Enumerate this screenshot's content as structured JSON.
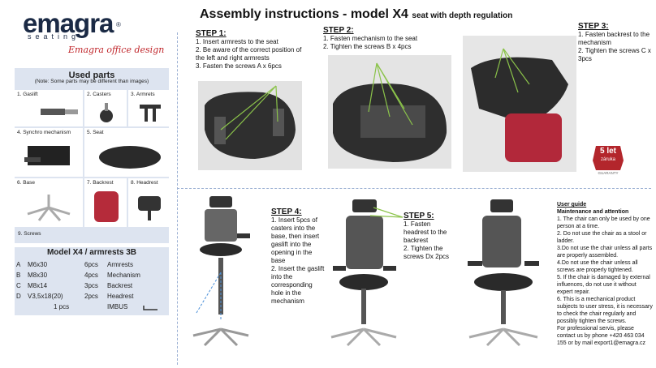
{
  "brand": {
    "name": "emagra",
    "reg": "®",
    "sub": "seating",
    "script": "Emagra office design"
  },
  "title": {
    "main": "Assembly instructions - model X4",
    "sub": "seat with depth regulation"
  },
  "used_parts": {
    "heading": "Used parts",
    "note": "(Note: Some parts may be different than images)",
    "parts": [
      {
        "label": "1. Gaslift"
      },
      {
        "label": "2. Casters"
      },
      {
        "label": "3. Armrets"
      },
      {
        "label": "4. Synchro mechanism"
      },
      {
        "label": "5. Seat"
      },
      {
        "label": "6. Base"
      },
      {
        "label": "7. Backrest"
      },
      {
        "label": "8. Headrest"
      },
      {
        "label": "9. Screws"
      }
    ]
  },
  "model_table": {
    "heading": "Model X4 / armrests 3B",
    "rows": [
      {
        "code": "A",
        "screw": "M6x30",
        "qty": "6pcs",
        "part": "Armrests"
      },
      {
        "code": "B",
        "screw": "M8x30",
        "qty": "4pcs",
        "part": "Mechanism"
      },
      {
        "code": "C",
        "screw": "M8x14",
        "qty": "3pcs",
        "part": "Backrest"
      },
      {
        "code": "D",
        "screw": "V3,5x18(20)",
        "qty": "2pcs",
        "part": "Headrest"
      },
      {
        "code": "",
        "screw": "1 pcs",
        "qty": "",
        "part": "IMBUS"
      }
    ]
  },
  "steps": [
    {
      "title": "STEP 1:",
      "lines": [
        "1. Insert armrests to the seat",
        "2. Be aware of the correct position of the left and right armrests",
        "3. Fasten the screws A x 6pcs"
      ]
    },
    {
      "title": "STEP 2:",
      "lines": [
        "1. Fasten mechanism to the seat",
        "2. Tighten the screws B x 4pcs"
      ]
    },
    {
      "title": "STEP 3:",
      "lines": [
        "1. Fasten backrest to the mechanism",
        "2. Tighten the screws C x 3pcs"
      ]
    },
    {
      "title": "STEP 4:",
      "lines": [
        "1. Insert 5pcs of casters into the base, then insert gaslift into the opening in the base",
        "2. Insert the gaslift into the corresponding hole in the mechanism"
      ]
    },
    {
      "title": "STEP 5:",
      "lines": [
        "1. Fasten headrest to the backrest",
        "2. Tighten the screws Dx 2pcs"
      ]
    }
  ],
  "warranty": {
    "big": "5 let",
    "small": "záruka",
    "tag": "GUARANTY"
  },
  "user_guide": {
    "heading": "User guide",
    "sub": "Maintenance and attention",
    "items": [
      "1. The chair can only be used by one person at a time.",
      "2. Do not use the chair as a stool or ladder.",
      "3.Do not use the chair unless all parts are properly assembled.",
      "4.Do not use the chair unless all screws are properly tightened.",
      "5. If the chair is damaged by external influences, do not use it without expert repair.",
      "6. This is a mechanical product subjects to user stress, it is necessary to check the chair regularly and possibly tighten the screws.",
      "For professional servis, please contact us by phone +420 463 034 155 or by mail export1@emagra.cz"
    ]
  },
  "colors": {
    "panel": "#dde4f0",
    "brand": "#1b2a45",
    "accent": "#c0262b",
    "arrow": "#8bc34a"
  }
}
